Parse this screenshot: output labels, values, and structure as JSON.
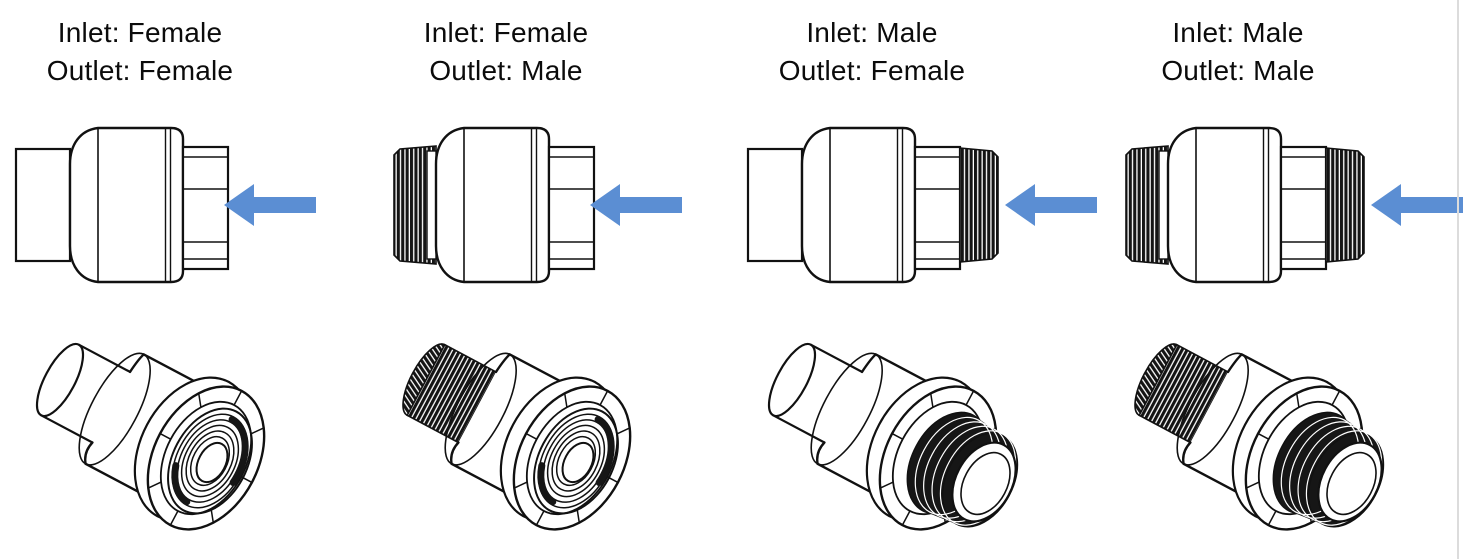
{
  "diagram": {
    "columns": [
      {
        "inlet_label": "Inlet: Female",
        "outlet_label": "Outlet: Female",
        "inlet": "female",
        "outlet": "female"
      },
      {
        "inlet_label": "Inlet: Female",
        "outlet_label": "Outlet: Male",
        "inlet": "female",
        "outlet": "male"
      },
      {
        "inlet_label": "Inlet: Male",
        "outlet_label": "Outlet: Female",
        "inlet": "male",
        "outlet": "female"
      },
      {
        "inlet_label": "Inlet: Male",
        "outlet_label": "Outlet: Male",
        "inlet": "male",
        "outlet": "male"
      }
    ],
    "icons": {
      "flow_arrow": "left-block-arrow"
    },
    "colors": {
      "arrow_blue": "#5B8ED3",
      "line_black": "#111111",
      "slide_edge_gray": "#dcdcdc"
    }
  }
}
